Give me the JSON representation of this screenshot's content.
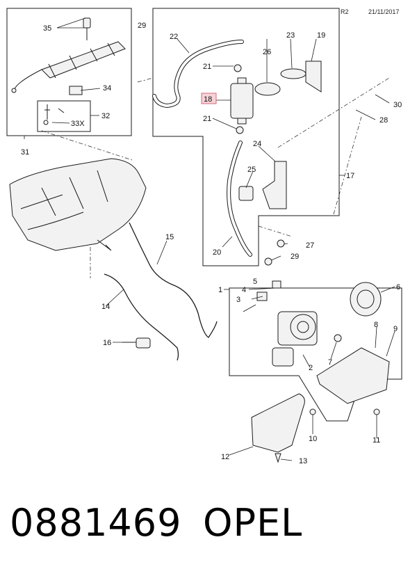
{
  "header": {
    "revision": "R2",
    "date": "21/11/2017"
  },
  "callouts": {
    "c1": "1",
    "c2": "2",
    "c3": "3",
    "c4": "4",
    "c5": "5",
    "c6": "6",
    "c7": "7",
    "c8": "8",
    "c9": "9",
    "c10": "10",
    "c11": "11",
    "c12": "12",
    "c13": "13",
    "c14": "14",
    "c15": "15",
    "c16": "16",
    "c17": "17",
    "c18": "18",
    "c19": "19",
    "c20": "20",
    "c21a": "21",
    "c21b": "21",
    "c22": "22",
    "c23": "23",
    "c24": "24",
    "c25": "25",
    "c26": "26",
    "c27": "27",
    "c28": "28",
    "c29a": "29",
    "c29b": "29",
    "c30": "30",
    "c31": "31",
    "c32": "32",
    "c33x": "33X",
    "c34": "34",
    "c35": "35"
  },
  "caption": {
    "part_number": "0881469",
    "brand": "OPEL"
  },
  "colors": {
    "line": "#1a1a1a",
    "highlight_fill": "#f6d3d8",
    "highlight_stroke": "#d06a78",
    "part_fill": "#f2f2f2"
  }
}
